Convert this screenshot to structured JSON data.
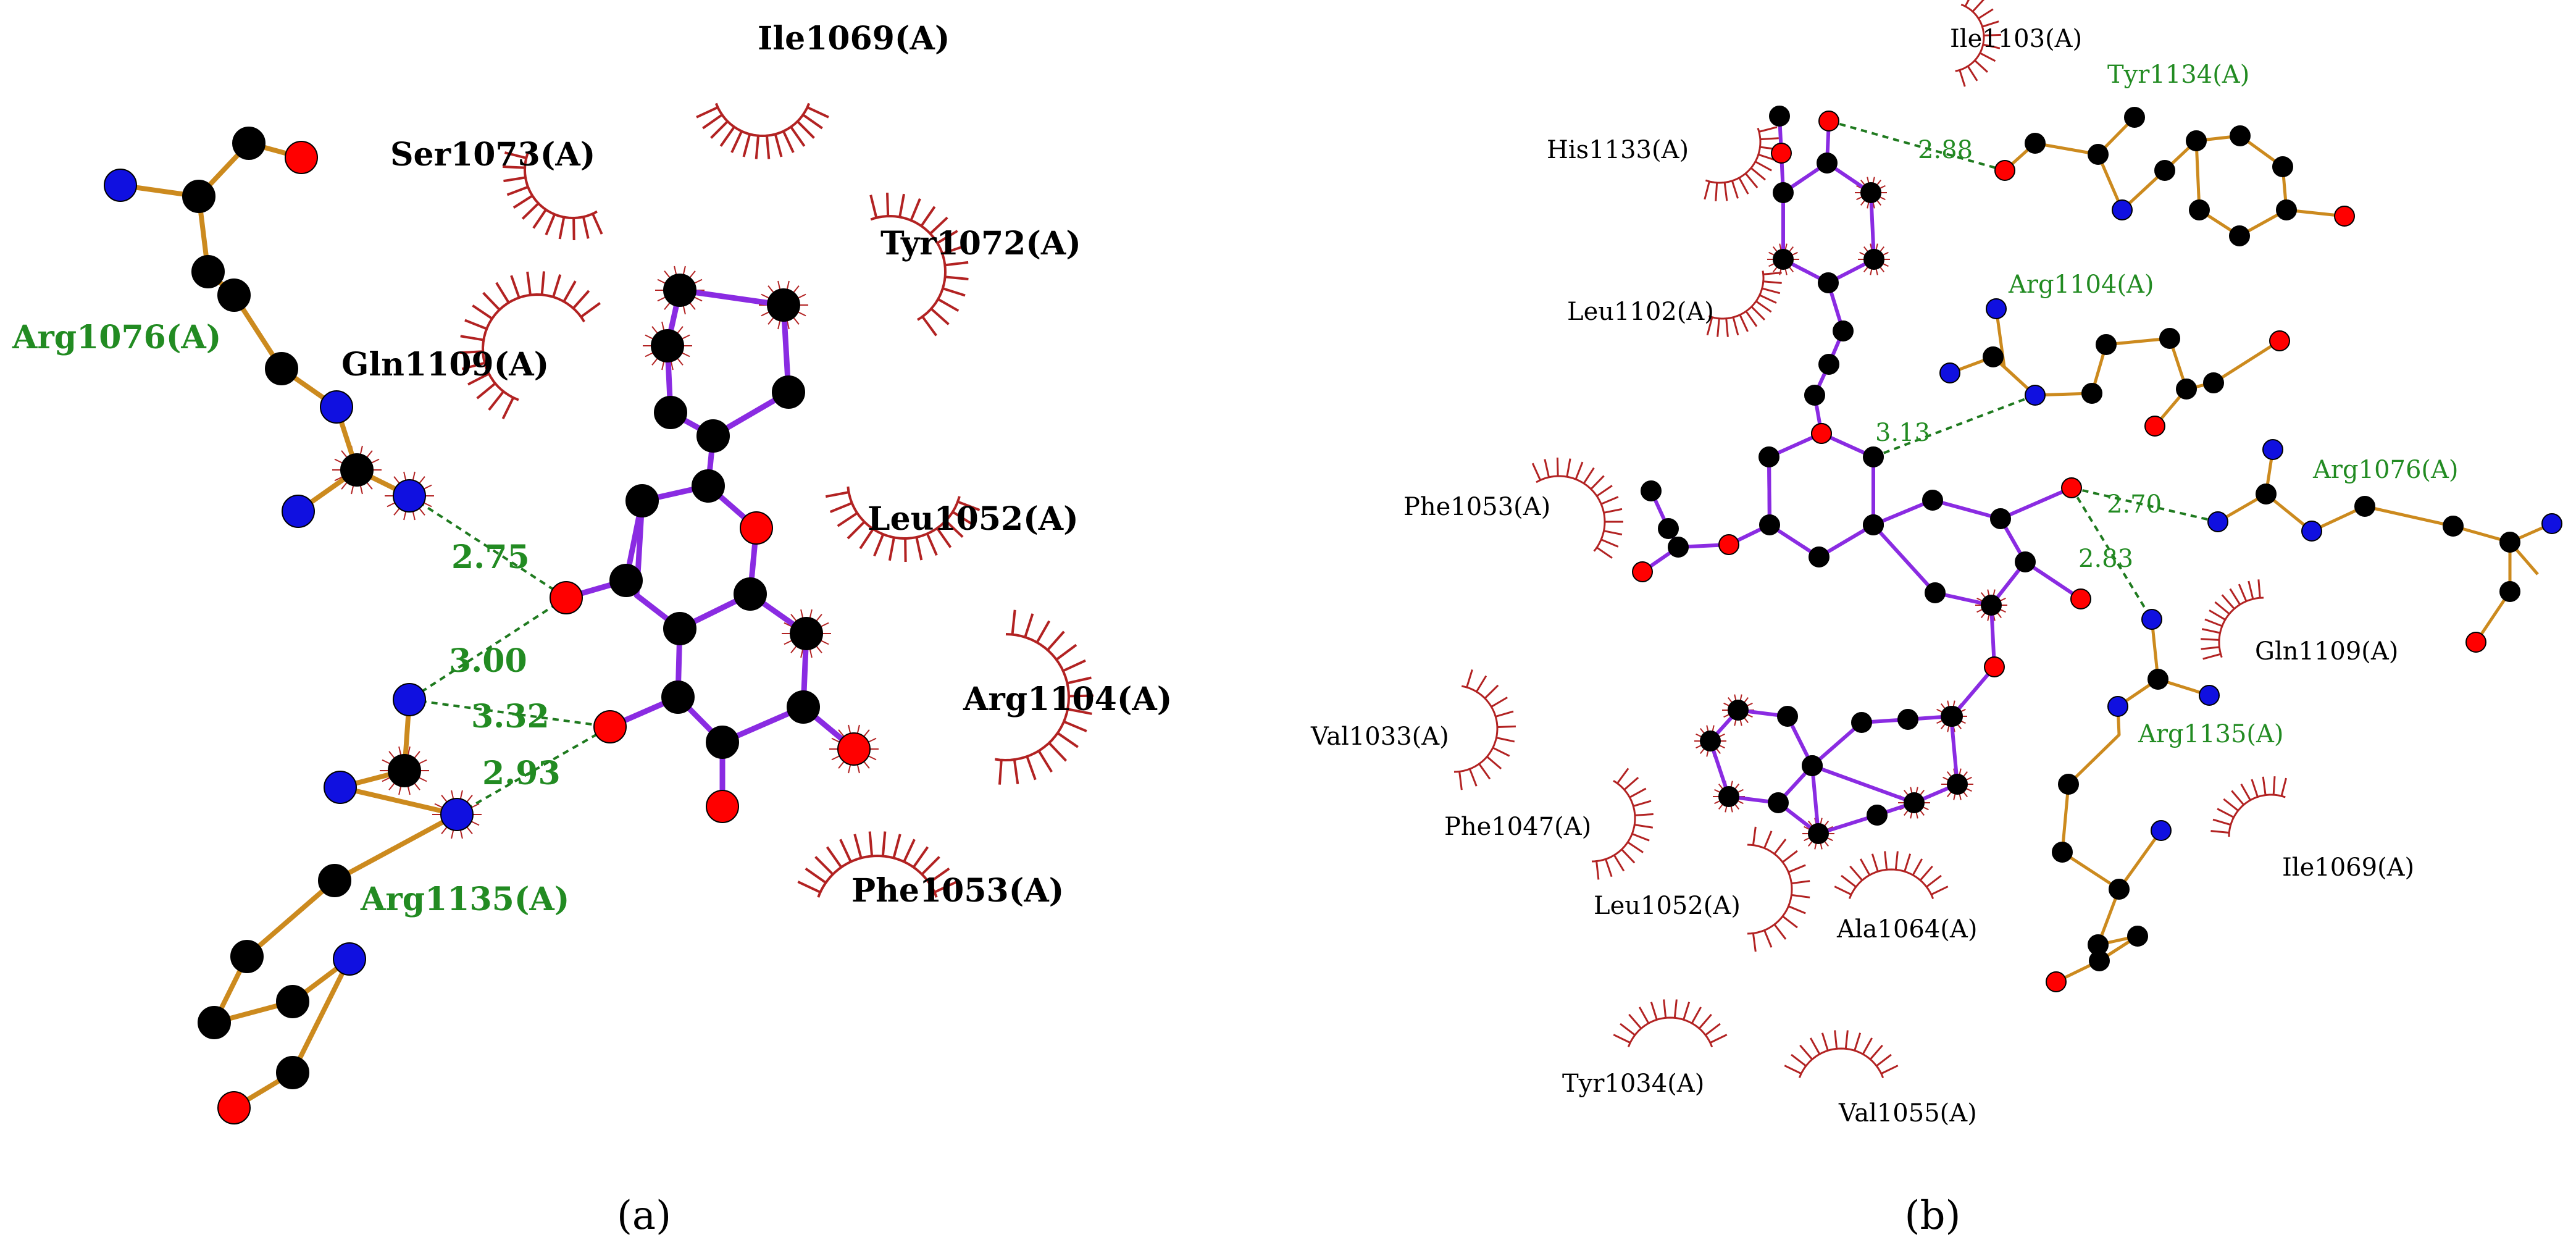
{
  "colors": {
    "background": "#ffffff",
    "ligand_bond": "#8a2be2",
    "residue_bond": "#cc8a1e",
    "carbon": "#000000",
    "oxygen": "#ff0000",
    "nitrogen": "#1010e0",
    "hbond": "#1f7a1f",
    "hbond_label": "#228b22",
    "hydrophobic": "#b22222",
    "residue_label": "#000000",
    "hbond_residue_label": "#228b22",
    "caption": "#000000"
  },
  "panels": [
    {
      "caption": "(a)",
      "caption_letter": "a",
      "hbonds": [
        "2.75",
        "3.00",
        "3.32",
        "2.93"
      ],
      "hbond_residues": [
        "Arg1076(A)",
        "Arg1135(A)"
      ],
      "contact_residues": [
        "Ile1069(A)",
        "Ser1073(A)",
        "Tyr1072(A)",
        "Gln1109(A)",
        "Leu1052(A)",
        "Arg1104(A)",
        "Phe1053(A)"
      ]
    },
    {
      "caption": "(b)",
      "caption_letter": "b",
      "hbonds": [
        "2.88",
        "3.13",
        "2.70",
        "2.83"
      ],
      "hbond_residues": [
        "Tyr1134(A)",
        "Arg1104(A)",
        "Arg1076(A)",
        "Arg1135(A)"
      ],
      "contact_residues": [
        "Ile1103(A)",
        "His1133(A)",
        "Leu1102(A)",
        "Phe1053(A)",
        "Gln1109(A)",
        "Val1033(A)",
        "Phe1047(A)",
        "Leu1052(A)",
        "Ala1064(A)",
        "Ile1069(A)",
        "Tyr1034(A)",
        "Val1055(A)"
      ]
    }
  ]
}
